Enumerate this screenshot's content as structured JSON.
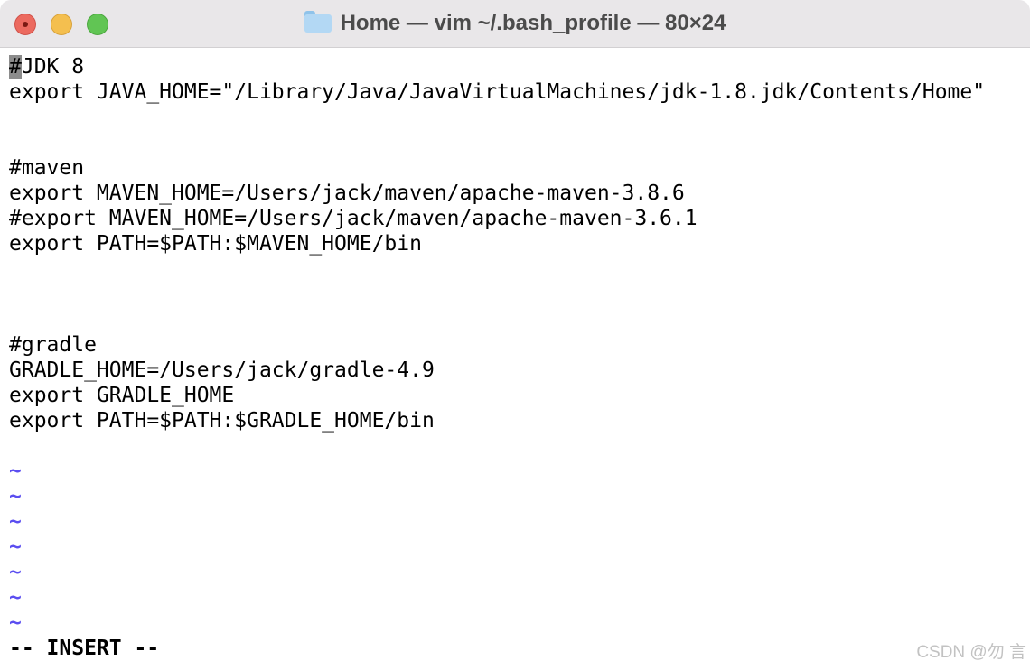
{
  "window": {
    "title": "Home — vim ~/.bash_profile — 80×24",
    "title_icon": "folder-icon"
  },
  "editor": {
    "cursor_char": "#",
    "first_line_rest": "JDK 8",
    "lines": [
      "export JAVA_HOME=\"/Library/Java/JavaVirtualMachines/jdk-1.8.jdk/Contents/Home\"",
      "",
      "",
      "#maven",
      "export MAVEN_HOME=/Users/jack/maven/apache-maven-3.8.6",
      "#export MAVEN_HOME=/Users/jack/maven/apache-maven-3.6.1",
      "export PATH=$PATH:$MAVEN_HOME/bin",
      "",
      "",
      "",
      "#gradle",
      "GRADLE_HOME=/Users/jack/gradle-4.9",
      "export GRADLE_HOME",
      "export PATH=$PATH:$GRADLE_HOME/bin",
      ""
    ],
    "tilde": "~",
    "tilde_count": 7,
    "mode": "-- INSERT --"
  },
  "colors": {
    "tilde": "#5b4ef0",
    "cursor": "#8c8c8c"
  },
  "watermark": "CSDN @勿 言"
}
